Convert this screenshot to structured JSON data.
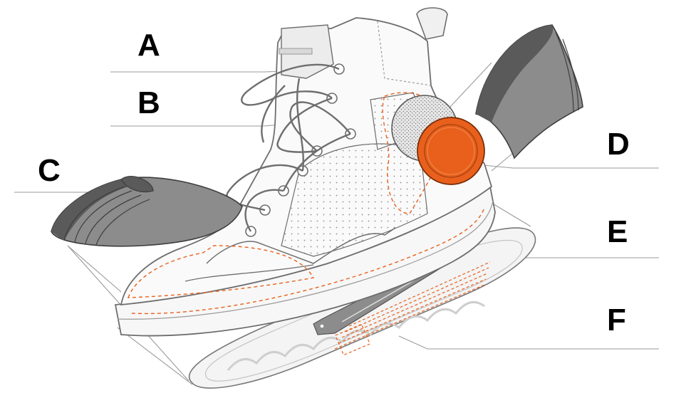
{
  "labels": {
    "a": "A",
    "b": "B",
    "c": "C",
    "d": "D",
    "e": "E",
    "f": "F"
  },
  "colors": {
    "accent_orange": "#e8601c",
    "dark_gray": "#5a5a5a",
    "mid_gray": "#8c8c8c",
    "outline": "#6e6e6e",
    "leader": "#9a9a9a"
  }
}
